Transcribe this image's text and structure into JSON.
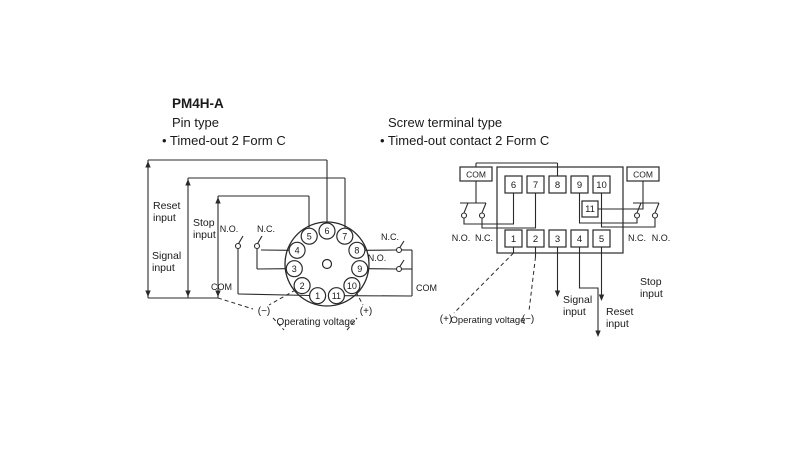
{
  "pin_type": {
    "model": "PM4H-A",
    "heading": "Pin type",
    "bullet": "• Timed-out 2 Form C",
    "reset_line1": "Reset",
    "reset_line2": "input",
    "stop_line1": "Stop",
    "stop_line2": "input",
    "signal_line1": "Signal",
    "signal_line2": "input",
    "left_contact": {
      "no": "N.O.",
      "nc": "N.C.",
      "com": "COM"
    },
    "right_contact": {
      "nc": "N.C.",
      "no": "N.O.",
      "com": "COM"
    },
    "voltage": {
      "minus": "(−)",
      "label": "Operating voltage",
      "plus": "(+)"
    },
    "pins": [
      "1",
      "2",
      "3",
      "4",
      "5",
      "6",
      "7",
      "8",
      "9",
      "10",
      "11"
    ]
  },
  "screw_type": {
    "heading": "Screw terminal type",
    "bullet": "• Timed-out contact 2 Form C",
    "com_left": "COM",
    "com_right": "COM",
    "terminals_top": [
      "6",
      "7",
      "8",
      "9",
      "10"
    ],
    "terminal_mid": "11",
    "terminals_bottom": [
      "1",
      "2",
      "3",
      "4",
      "5"
    ],
    "left_contact": {
      "no": "N.O.",
      "nc": "N.C."
    },
    "right_contact": {
      "nc": "N.C.",
      "no": "N.O."
    },
    "voltage": {
      "plus": "(+)",
      "label": "Operating voltage",
      "minus": "(−)"
    },
    "signal_line1": "Signal",
    "signal_line2": "input",
    "reset_line1": "Reset",
    "reset_line2": "input",
    "stop_line1": "Stop",
    "stop_line2": "input"
  }
}
